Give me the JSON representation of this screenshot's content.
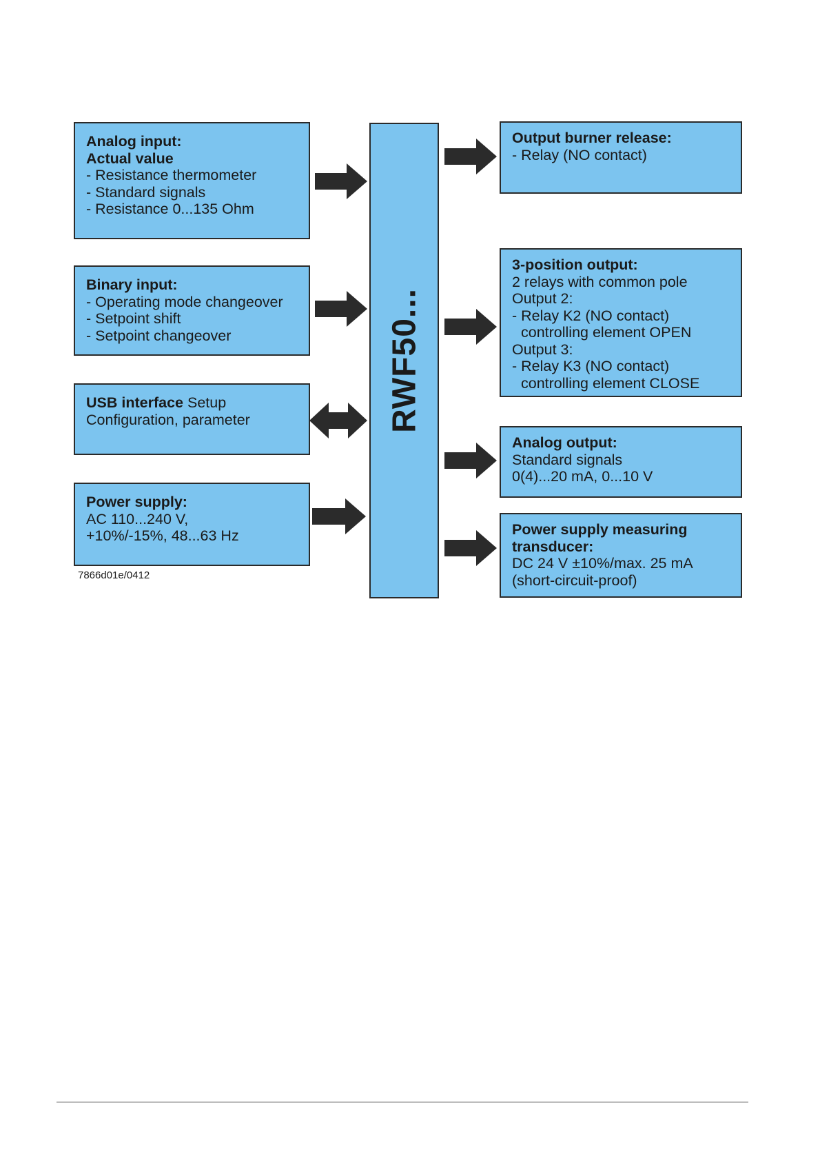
{
  "center": {
    "label": "RWF50..."
  },
  "inputs": {
    "analog": {
      "title": "Analog input:",
      "subtitle": "Actual value",
      "items": [
        "- Resistance thermometer",
        "- Standard signals",
        "- Resistance 0...135 Ohm"
      ]
    },
    "binary": {
      "title": "Binary input:",
      "items": [
        "- Operating mode changeover",
        "- Setpoint shift",
        "- Setpoint changeover"
      ]
    },
    "usb": {
      "title": "USB interface",
      "title_rest": " Setup",
      "line2": "Configuration, parameter"
    },
    "power": {
      "title": "Power supply:",
      "line1": "AC 110...240 V,",
      "line2": "+10%/-15%, 48...63 Hz"
    }
  },
  "outputs": {
    "burner": {
      "title": "Output burner release:",
      "line1": "- Relay (NO contact)"
    },
    "three_position": {
      "title": "3-position output:",
      "lines": [
        "2 relays with common pole",
        "Output 2:",
        "- Relay K2 (NO contact)"
      ],
      "indent1": "controlling element OPEN",
      "line_out3": "Output 3:",
      "line_k3": "- Relay K3 (NO contact)",
      "indent2": "controlling element CLOSE"
    },
    "analog": {
      "title": "Analog output:",
      "line1": "Standard signals",
      "line2": "0(4)...20 mA, 0...10 V"
    },
    "transducer": {
      "title1": "Power supply measuring",
      "title2": "transducer:",
      "line1": "DC 24 V ±10%/max. 25 mA",
      "line2": "(short-circuit-proof)"
    }
  },
  "figure_code": "7866d01e/0412",
  "colors": {
    "box_fill": "#7cc4ef",
    "border": "#2a2a2a",
    "arrow": "#2b2b2b"
  },
  "icons": {
    "arrow_right": "arrow-right-icon",
    "arrow_bidirectional": "arrow-bidirectional-icon"
  }
}
